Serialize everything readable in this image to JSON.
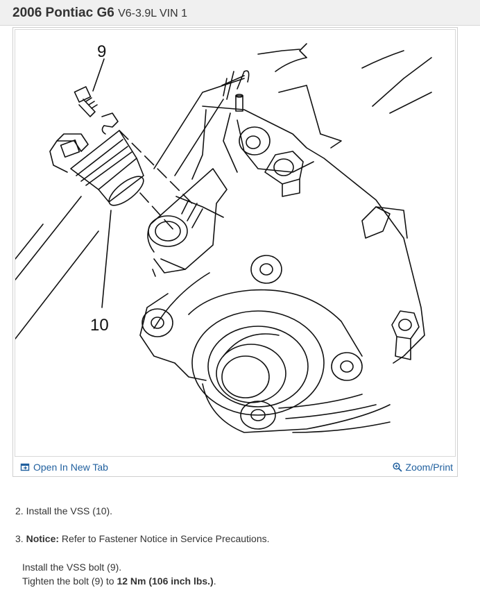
{
  "header": {
    "title": "2006 Pontiac G6",
    "engine": "V6-3.9L VIN 1"
  },
  "figure": {
    "callouts": {
      "bolt": "9",
      "vss": "10"
    },
    "open_tab_label": "Open In New Tab",
    "zoom_label": "Zoom/Print",
    "icons": {
      "open_tab": "open-new-tab-icon",
      "zoom": "zoom-icon"
    }
  },
  "steps": {
    "step2": "2. Install the VSS (10).",
    "step3_prefix": "3. ",
    "step3_notice": "Notice:",
    "step3_text": " Refer to Fastener Notice in Service Precautions.",
    "install_bolt": "Install the VSS bolt (9).",
    "tighten_prefix": "Tighten the bolt (9) to ",
    "torque": "12 Nm (106 inch lbs.)",
    "tighten_suffix": "."
  },
  "colors": {
    "link": "#1f5f9e",
    "header_bg": "#f0f0f0"
  }
}
